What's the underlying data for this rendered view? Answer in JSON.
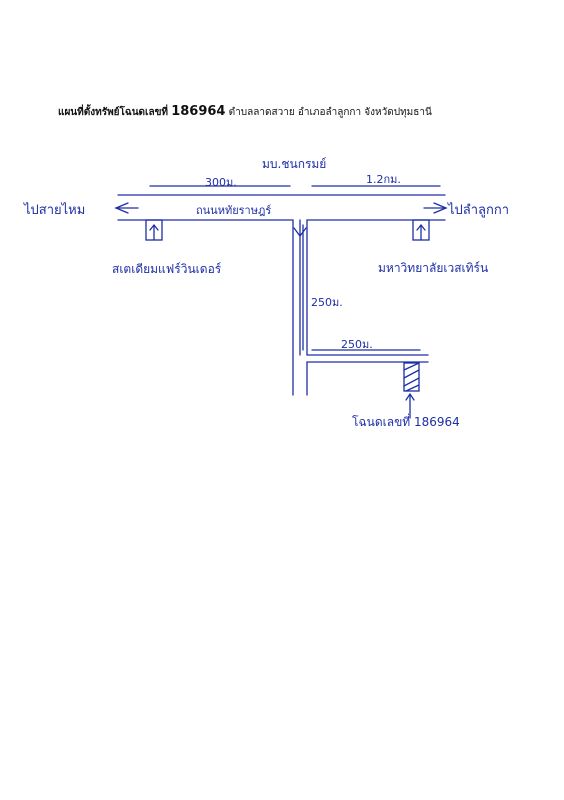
{
  "title": {
    "prefix": "แผนที่ตั้งทรัพย์โฉนดเลขที่",
    "deed_number": "186964",
    "suffix": "ตำบลลาดสวาย อำเภอลำลูกกา จังหวัดปทุมธานี"
  },
  "labels": {
    "village": "มบ.ชนกรมย์",
    "dist_left": "300ม.",
    "dist_right": "1.2กม.",
    "to_left": "ไปสายไหม",
    "to_right": "ไปลำลูกกา",
    "road": "ถนนหทัยราษฎร์",
    "landmark_left": "สเตเดียมแฟร์วินเดอร์",
    "landmark_right": "มหาวิทยาลัยเวสเทิร์น",
    "dist_soi": "250ม.",
    "dist_branch": "250ม.",
    "parcel": "โฉนดเลขที่ 186964"
  },
  "colors": {
    "ink": "#1d2fa6",
    "title": "#111111"
  }
}
